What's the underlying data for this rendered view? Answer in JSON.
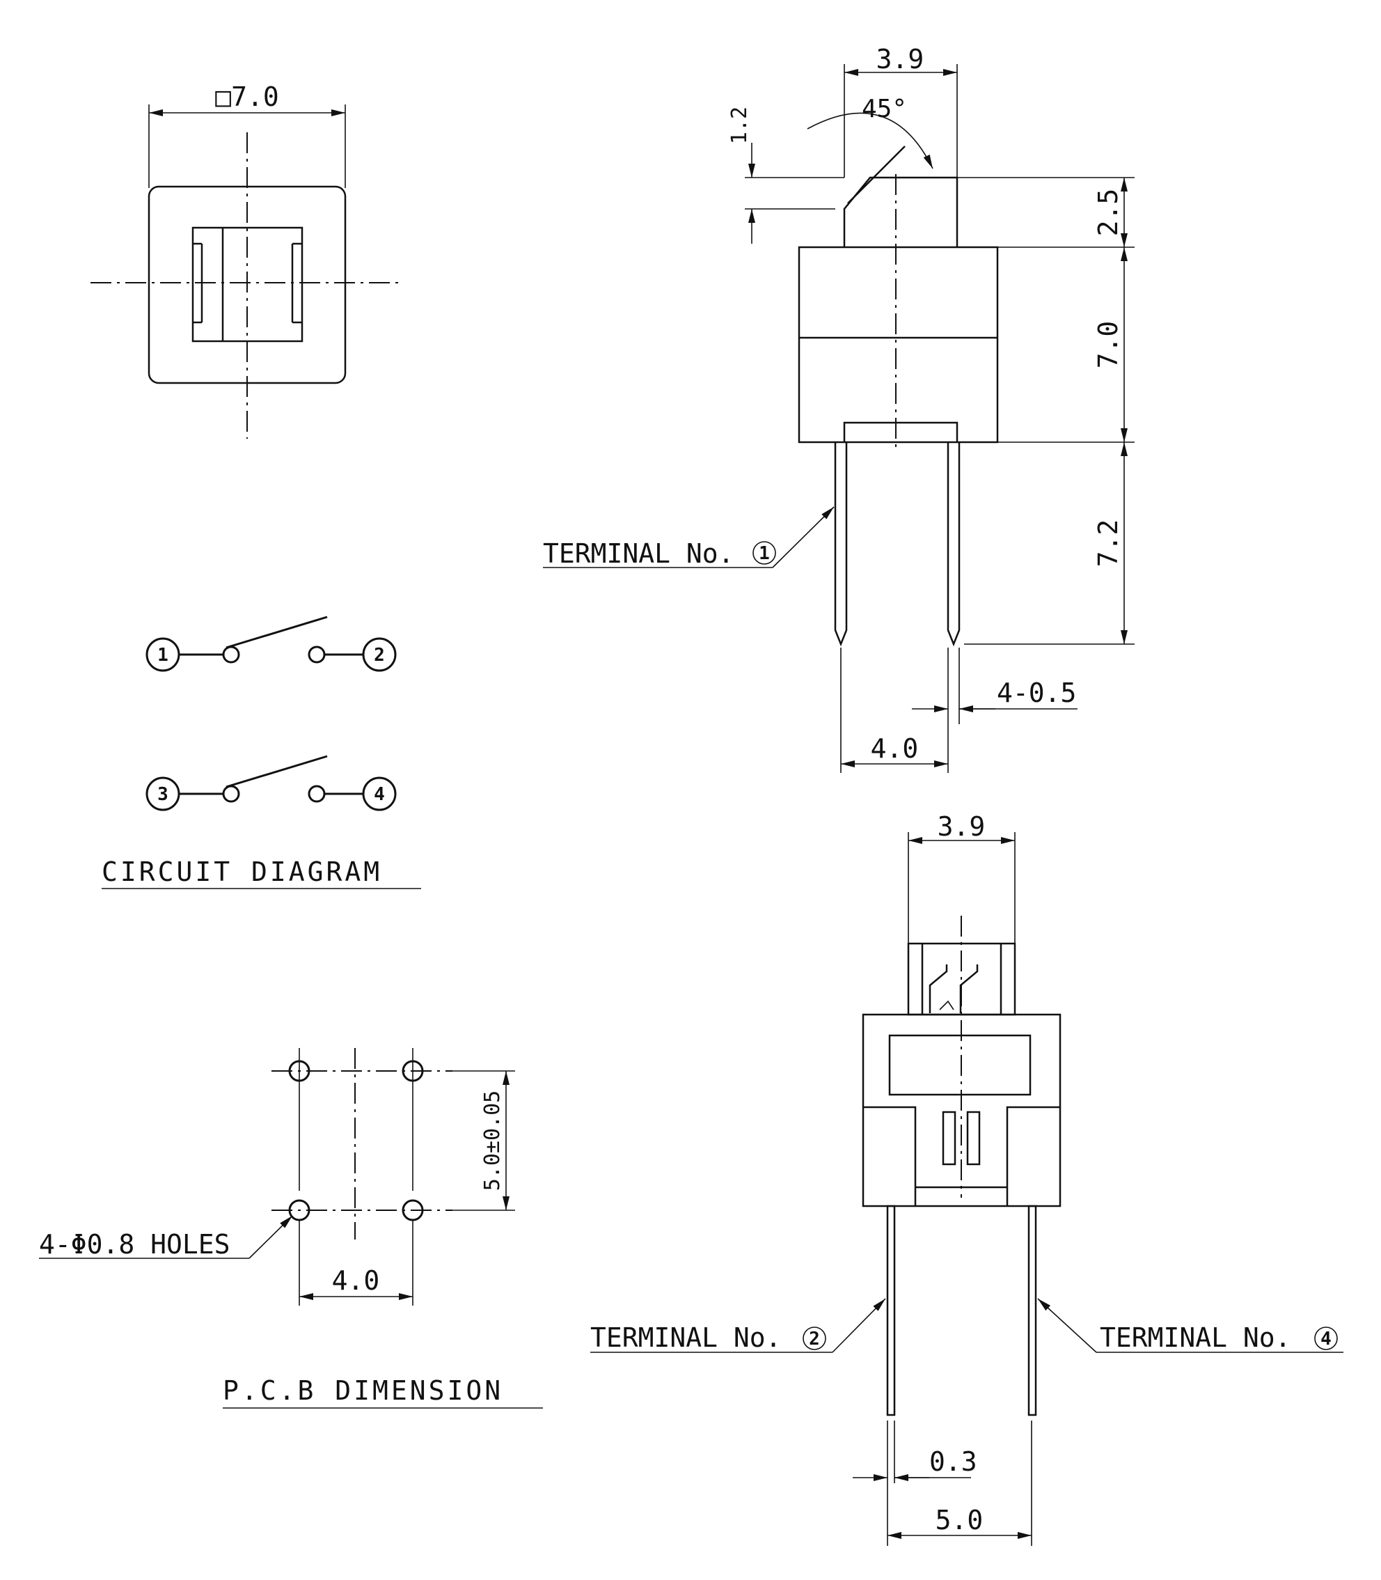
{
  "top_view": {
    "width_label": "□7.0"
  },
  "side_view": {
    "top_width": "3.9",
    "angle": "45°",
    "cap_offset": "1.2",
    "cap_height": "2.5",
    "body_height": "7.0",
    "pin_length": "7.2",
    "pin_thickness": "4-0.5",
    "pin_spacing": "4.0",
    "terminal_label": "TERMINAL No.",
    "terminal_number": "1"
  },
  "circuit": {
    "title": "CIRCUIT DIAGRAM",
    "terminals": [
      "1",
      "2",
      "3",
      "4"
    ]
  },
  "pcb": {
    "title": "P.C.B DIMENSION",
    "holes_label": "4-Φ0.8 HOLES",
    "vertical_spacing": "5.0±0.05",
    "horizontal_spacing": "4.0"
  },
  "front_view": {
    "top_width": "3.9",
    "terminal_left_label": "TERMINAL No.",
    "terminal_left_number": "2",
    "terminal_right_label": "TERMINAL No.",
    "terminal_right_number": "4",
    "pin_thickness": "0.3",
    "pin_spacing": "5.0"
  }
}
